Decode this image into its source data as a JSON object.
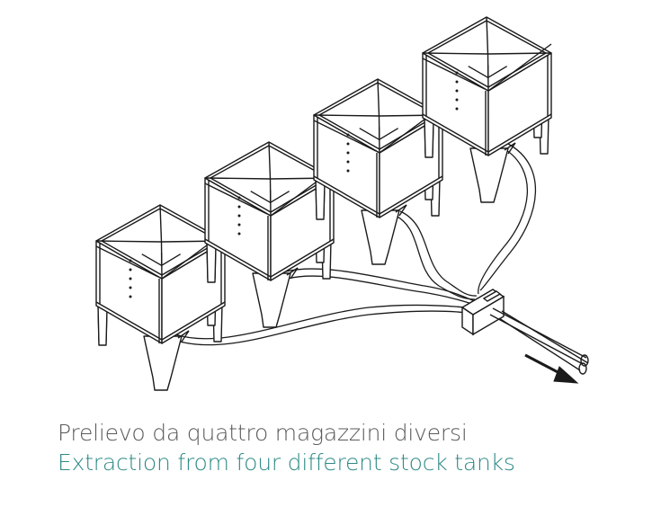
{
  "captions": {
    "italian": "Prelievo da quattro magazzini diversi",
    "english": "Extraction from four different stock tanks"
  },
  "colors": {
    "line": "#1a1a1a",
    "italian_text": "#5a5a5a",
    "english_text": "#2e8a86"
  },
  "diagram": {
    "tank_count": 4,
    "icons": [
      "silo-tank-icon",
      "flow-direction-arrow-icon",
      "manifold-block-icon"
    ]
  }
}
